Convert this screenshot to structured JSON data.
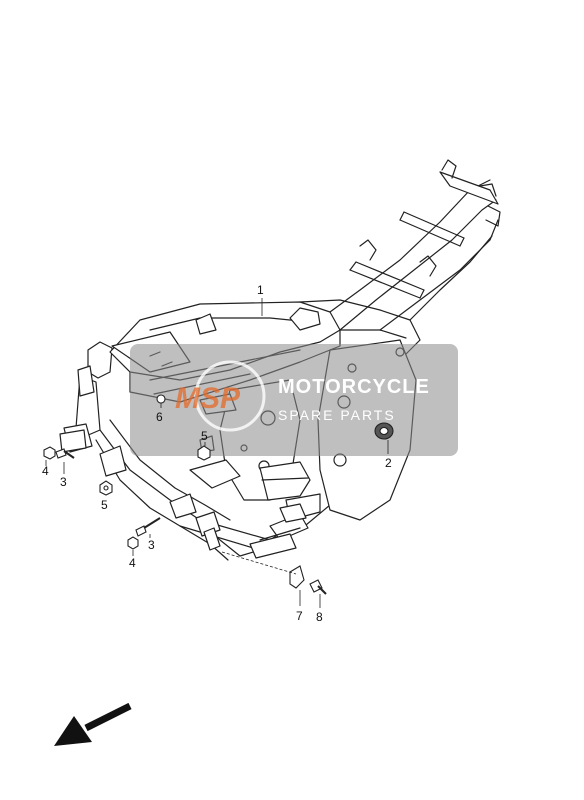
{
  "callouts": {
    "c1": "1",
    "c2": "2",
    "c3a": "3",
    "c3b": "3",
    "c4a": "4",
    "c4b": "4",
    "c5a": "5",
    "c5b": "5",
    "c6": "6",
    "c7": "7",
    "c8": "8"
  },
  "watermark": {
    "logo": "MSP",
    "title": "MOTORCYCLE",
    "subtitle": "SPARE PARTS",
    "band_color": "#8a8a8a",
    "accent_color": "#e56a2a"
  },
  "icons": {
    "direction_arrow": "front-direction-arrow-icon"
  }
}
